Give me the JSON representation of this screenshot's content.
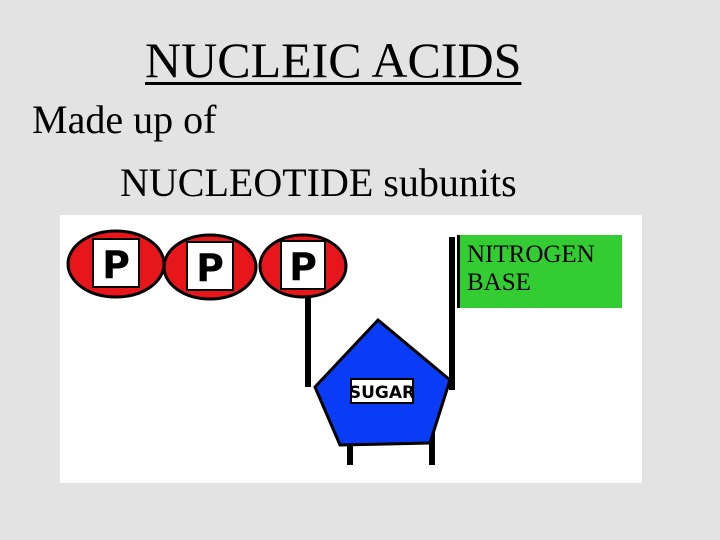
{
  "slide": {
    "title": "NUCLEIC ACIDS",
    "line1": "Made up of",
    "line2": "NUCLEOTIDE subunits"
  },
  "diagram": {
    "phosphates": [
      "P",
      "P",
      "P"
    ],
    "sugar_label": "SUGAR",
    "base_label_line1": "NITROGEN",
    "base_label_line2": "BASE",
    "colors": {
      "phosphate_fill": "#e6161b",
      "sugar_fill": "#0a3cf5",
      "base_fill": "#33cc33",
      "outline": "#000000"
    }
  }
}
